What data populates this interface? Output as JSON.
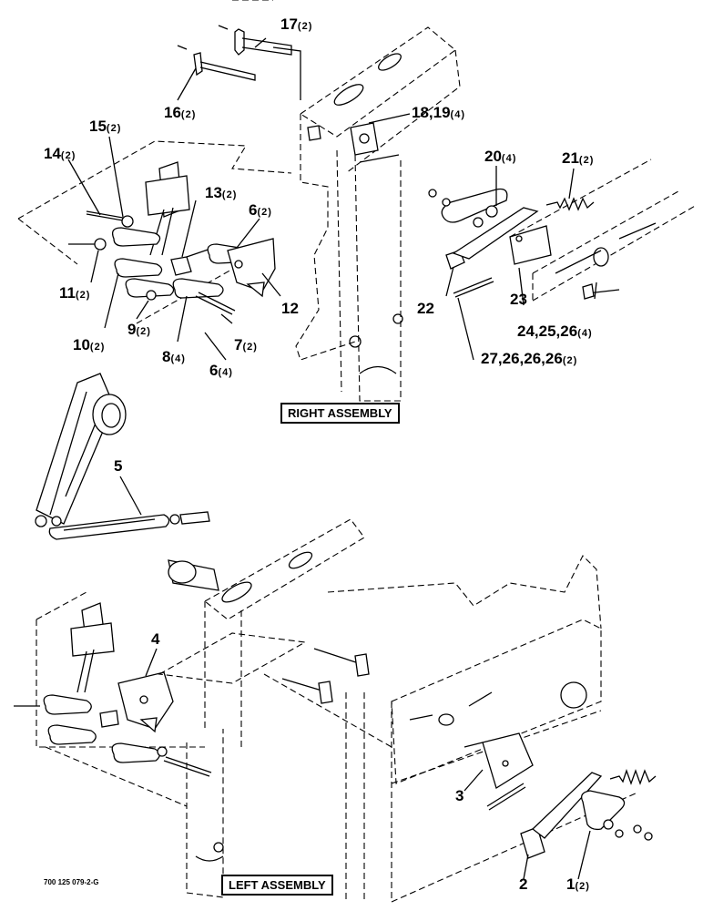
{
  "assemblies": {
    "right_label": "RIGHT ASSEMBLY",
    "left_label": "LEFT ASSEMBLY"
  },
  "drawing_ref": "700 125 079-2-G",
  "callouts": [
    {
      "id": "c17",
      "num": "17",
      "qty": "(2)"
    },
    {
      "id": "c16",
      "num": "16",
      "qty": "(2)"
    },
    {
      "id": "c18",
      "num": "18,19",
      "qty": "(4)"
    },
    {
      "id": "c15",
      "num": "15",
      "qty": "(2)"
    },
    {
      "id": "c14",
      "num": "14",
      "qty": "(2)"
    },
    {
      "id": "c13",
      "num": "13",
      "qty": "(2)"
    },
    {
      "id": "c6a",
      "num": "6",
      "qty": "(2)"
    },
    {
      "id": "c11",
      "num": "11",
      "qty": "(2)"
    },
    {
      "id": "c12",
      "num": "12",
      "qty": ""
    },
    {
      "id": "c10",
      "num": "10",
      "qty": "(2)"
    },
    {
      "id": "c9",
      "num": "9",
      "qty": "(2)"
    },
    {
      "id": "c8",
      "num": "8",
      "qty": "(4)"
    },
    {
      "id": "c7",
      "num": "7",
      "qty": "(2)"
    },
    {
      "id": "c6b",
      "num": "6",
      "qty": "(4)"
    },
    {
      "id": "c20",
      "num": "20",
      "qty": "(4)"
    },
    {
      "id": "c21",
      "num": "21",
      "qty": "(2)"
    },
    {
      "id": "c22",
      "num": "22",
      "qty": ""
    },
    {
      "id": "c23",
      "num": "23",
      "qty": ""
    },
    {
      "id": "c24",
      "num": "24,25,26",
      "qty": "(4)"
    },
    {
      "id": "c27",
      "num": "27,26,26,26",
      "qty": "(2)"
    },
    {
      "id": "c5",
      "num": "5",
      "qty": ""
    },
    {
      "id": "c4",
      "num": "4",
      "qty": ""
    },
    {
      "id": "c3",
      "num": "3",
      "qty": ""
    },
    {
      "id": "c2",
      "num": "2",
      "qty": ""
    },
    {
      "id": "c1",
      "num": "1",
      "qty": "(2)"
    }
  ]
}
